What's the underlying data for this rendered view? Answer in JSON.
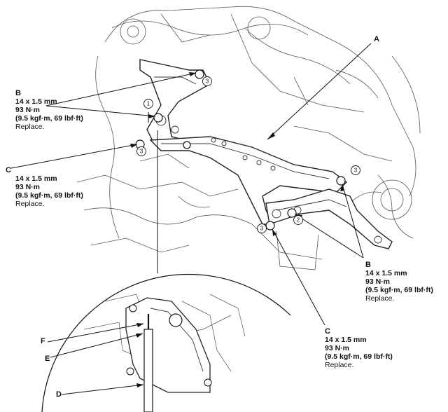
{
  "labels": {
    "A": "A",
    "D": "D",
    "E": "E",
    "F": "F"
  },
  "callouts": {
    "b_left": {
      "letter": "B",
      "size": "14 x 1.5 mm",
      "torque": "93 N·m",
      "alt": "(9.5 kgf·m, 69 lbf·ft)",
      "note": "Replace."
    },
    "c_left": {
      "letter": "C",
      "size": "14 x 1.5 mm",
      "torque": "93 N·m",
      "alt": "(9.5 kgf·m, 69 lbf·ft)",
      "note": "Replace."
    },
    "b_right": {
      "letter": "B",
      "size": "14 x 1.5 mm",
      "torque": "93 N·m",
      "alt": "(9.5 kgf·m, 69 lbf·ft)",
      "note": "Replace."
    },
    "c_bottom": {
      "letter": "C",
      "size": "14 x 1.5 mm",
      "torque": "93 N·m",
      "alt": "(9.5 kgf·m, 69 lbf·ft)",
      "note": "Replace."
    }
  },
  "step_markers": [
    "1",
    "2",
    "3"
  ]
}
